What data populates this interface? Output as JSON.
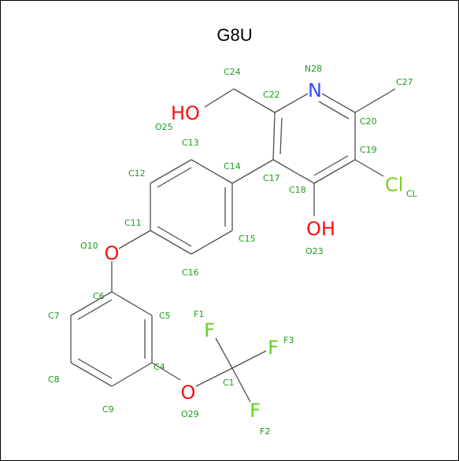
{
  "title": "G8U",
  "colors": {
    "bond": "#4d4d4d",
    "carbon_label": "#1e9a1e",
    "oxygen": "#ff0d0d",
    "nitrogen": "#3050f8",
    "fluorine": "#5fd01f",
    "chlorine": "#7bd11a",
    "background": "#ffffff"
  },
  "atoms": {
    "N28": {
      "symbol": "N",
      "label": "N28"
    },
    "HO25": {
      "symbol": "HO",
      "label": "O25"
    },
    "OH23": {
      "symbol": "OH",
      "label": "O23"
    },
    "O10": {
      "symbol": "O",
      "label": "O10"
    },
    "O29": {
      "symbol": "O",
      "label": "O29"
    },
    "Cl": {
      "symbol": "Cl",
      "label": "CL"
    },
    "F1": {
      "symbol": "F",
      "label": "F1"
    },
    "F2": {
      "symbol": "F",
      "label": "F2"
    },
    "F3": {
      "symbol": "F",
      "label": "F3"
    }
  },
  "carbon_labels": {
    "C1": "C1",
    "C4": "C4",
    "C5": "C5",
    "C6": "C6",
    "C7": "C7",
    "C8": "C8",
    "C9": "C9",
    "C11": "C11",
    "C12": "C12",
    "C13": "C13",
    "C14": "C14",
    "C15": "C15",
    "C16": "C16",
    "C17": "C17",
    "C18": "C18",
    "C19": "C19",
    "C20": "C20",
    "C22": "C22",
    "C24": "C24",
    "C27": "C27"
  }
}
